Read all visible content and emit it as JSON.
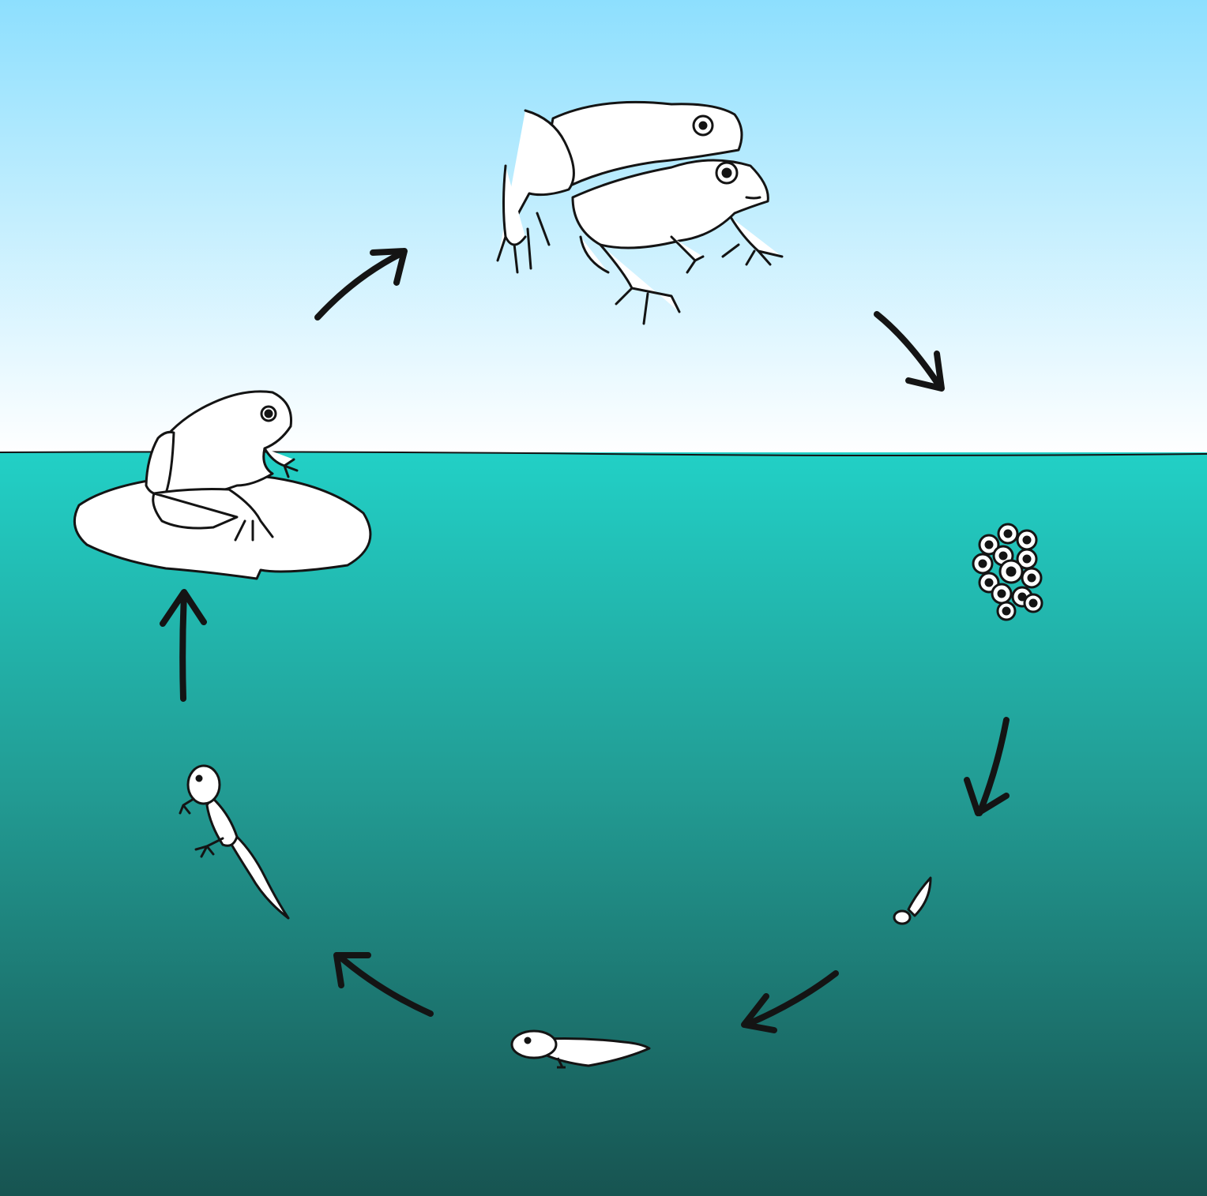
{
  "diagram": {
    "type": "life-cycle",
    "direction": "clockwise",
    "stages": [
      {
        "id": "adult-pair",
        "icon": "mating-frogs-icon"
      },
      {
        "id": "eggs",
        "icon": "frogspawn-icon"
      },
      {
        "id": "hatchling",
        "icon": "hatchling-tadpole-icon"
      },
      {
        "id": "tadpole",
        "icon": "tadpole-icon"
      },
      {
        "id": "froglet",
        "icon": "froglet-with-legs-icon"
      },
      {
        "id": "young-frog",
        "icon": "frog-on-lily-pad-icon"
      }
    ],
    "arrow_count": 6
  },
  "colors": {
    "sky_top": "#8ddffe",
    "sky_bottom": "#ffffff",
    "water_top": "#22d0c6",
    "water_mid": "#229c94",
    "water_bottom": "#175451",
    "outline": "#141414",
    "figure_fill": "#ffffff"
  }
}
